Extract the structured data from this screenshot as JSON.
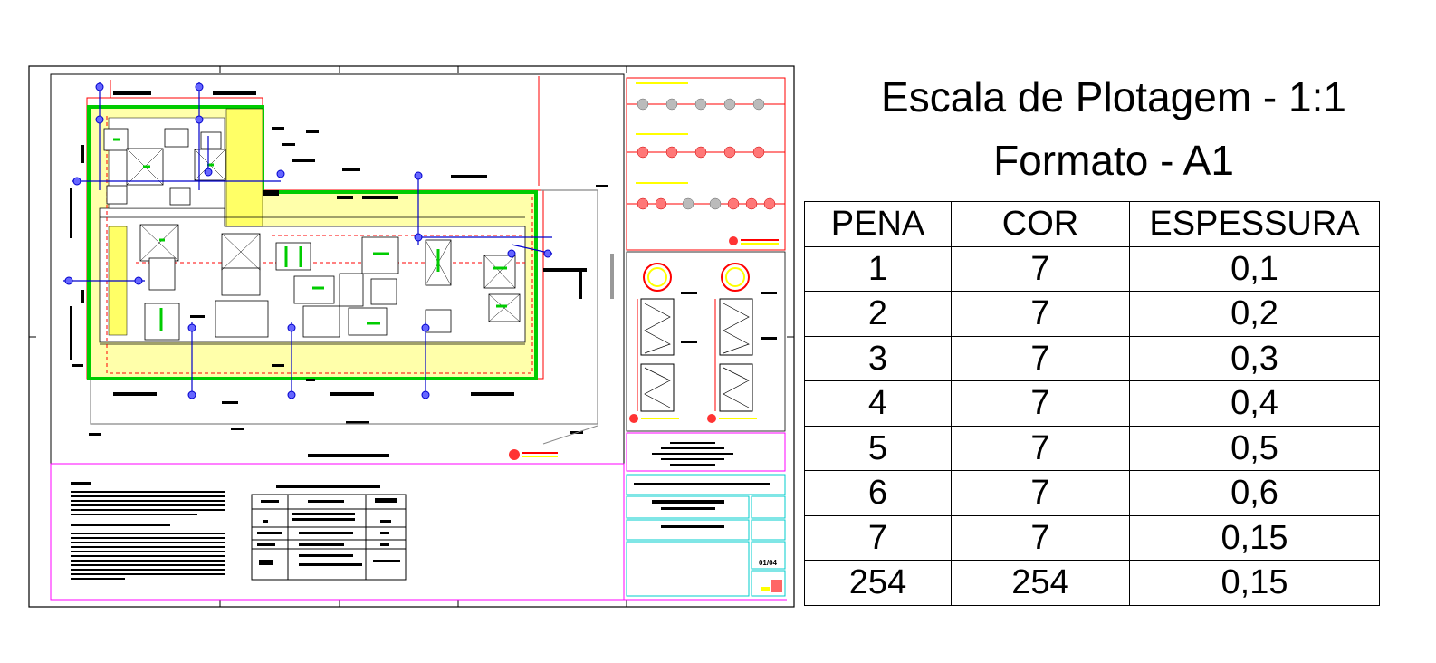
{
  "title_line1": "Escala de Plotagem - 1:1",
  "title_line2": "Formato - A1",
  "table": {
    "headers": [
      "PENA",
      "COR",
      "ESPESSURA"
    ],
    "rows": [
      [
        "1",
        "7",
        "0,1"
      ],
      [
        "2",
        "7",
        "0,2"
      ],
      [
        "3",
        "7",
        "0,3"
      ],
      [
        "4",
        "7",
        "0,4"
      ],
      [
        "5",
        "7",
        "0,5"
      ],
      [
        "6",
        "7",
        "0,6"
      ],
      [
        "7",
        "7",
        "0,15"
      ],
      [
        "254",
        "254",
        "0,15"
      ]
    ]
  },
  "sheet": {
    "sheet_number": "01/04"
  },
  "colors": {
    "green": "#00cc00",
    "yellow": "#ffff66",
    "red": "#ff0000",
    "blue": "#0000cc",
    "magenta": "#ff00ff",
    "cyan": "#00cccc"
  }
}
